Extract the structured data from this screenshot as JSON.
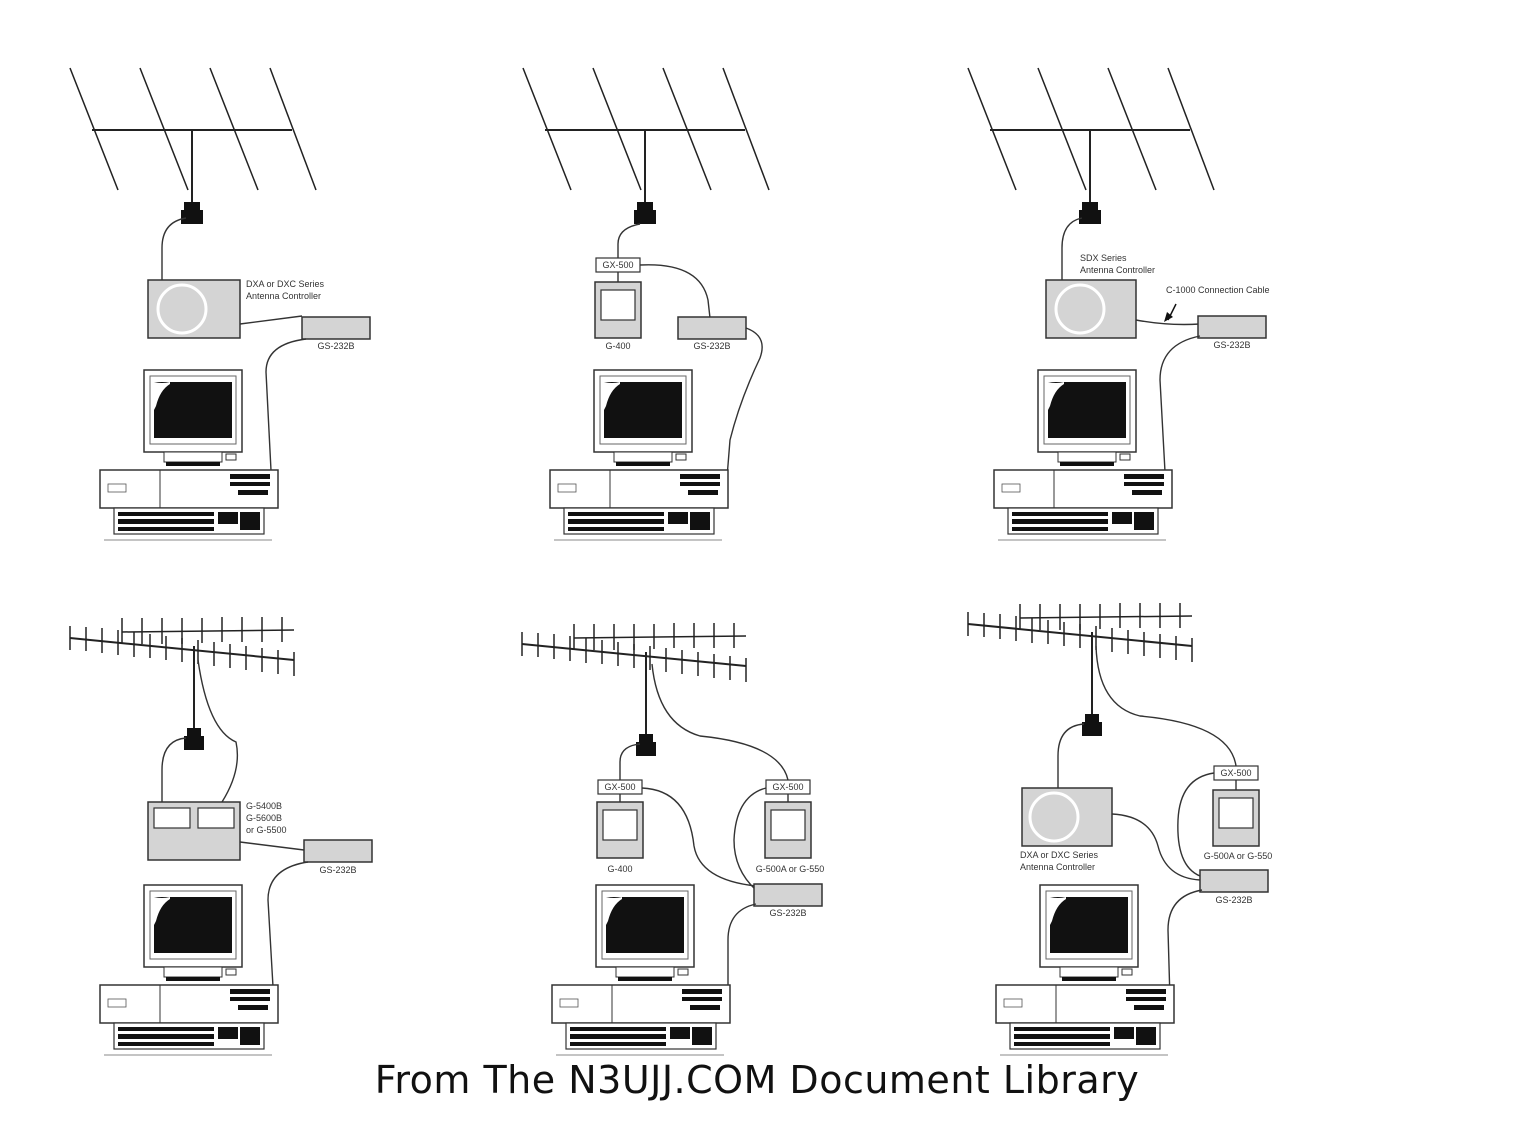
{
  "footer": "From The N3UJJ.COM Document Library",
  "setups": [
    {
      "id": "setup-1",
      "antenna": "yagi-hf",
      "controller": {
        "type": "dxa",
        "label_lines": [
          "DXA or DXC Series",
          "Antenna Controller"
        ]
      },
      "interface": {
        "label": "GS-232B"
      }
    },
    {
      "id": "setup-2",
      "antenna": "yagi-hf",
      "gx_boxes": [
        "GX-500"
      ],
      "rotator_units": [
        "G-400"
      ],
      "interface": {
        "label": "GS-232B"
      }
    },
    {
      "id": "setup-3",
      "antenna": "yagi-hf",
      "controller": {
        "type": "sdx",
        "label_lines": [
          "SDX Series",
          "Antenna Controller"
        ]
      },
      "cable_label": "C-1000 Connection Cable",
      "interface": {
        "label": "GS-232B"
      }
    },
    {
      "id": "setup-4",
      "antenna": "yagi-vhf",
      "controller": {
        "type": "dual",
        "label_lines": [
          "G-5400B",
          "G-5600B",
          "or G-5500"
        ]
      },
      "interface": {
        "label": "GS-232B"
      }
    },
    {
      "id": "setup-5",
      "antenna": "yagi-vhf",
      "gx_boxes": [
        "GX-500",
        "GX-500"
      ],
      "rotator_units": [
        "G-400",
        "G-500A or G-550"
      ],
      "interface": {
        "label": "GS-232B"
      }
    },
    {
      "id": "setup-6",
      "antenna": "yagi-vhf",
      "controller": {
        "type": "dxa",
        "label_lines": [
          "DXA or DXC Series",
          "Antenna Controller"
        ]
      },
      "gx_boxes": [
        "GX-500"
      ],
      "rotator_units": [
        "G-500A or G-550"
      ],
      "interface": {
        "label": "GS-232B"
      }
    }
  ]
}
